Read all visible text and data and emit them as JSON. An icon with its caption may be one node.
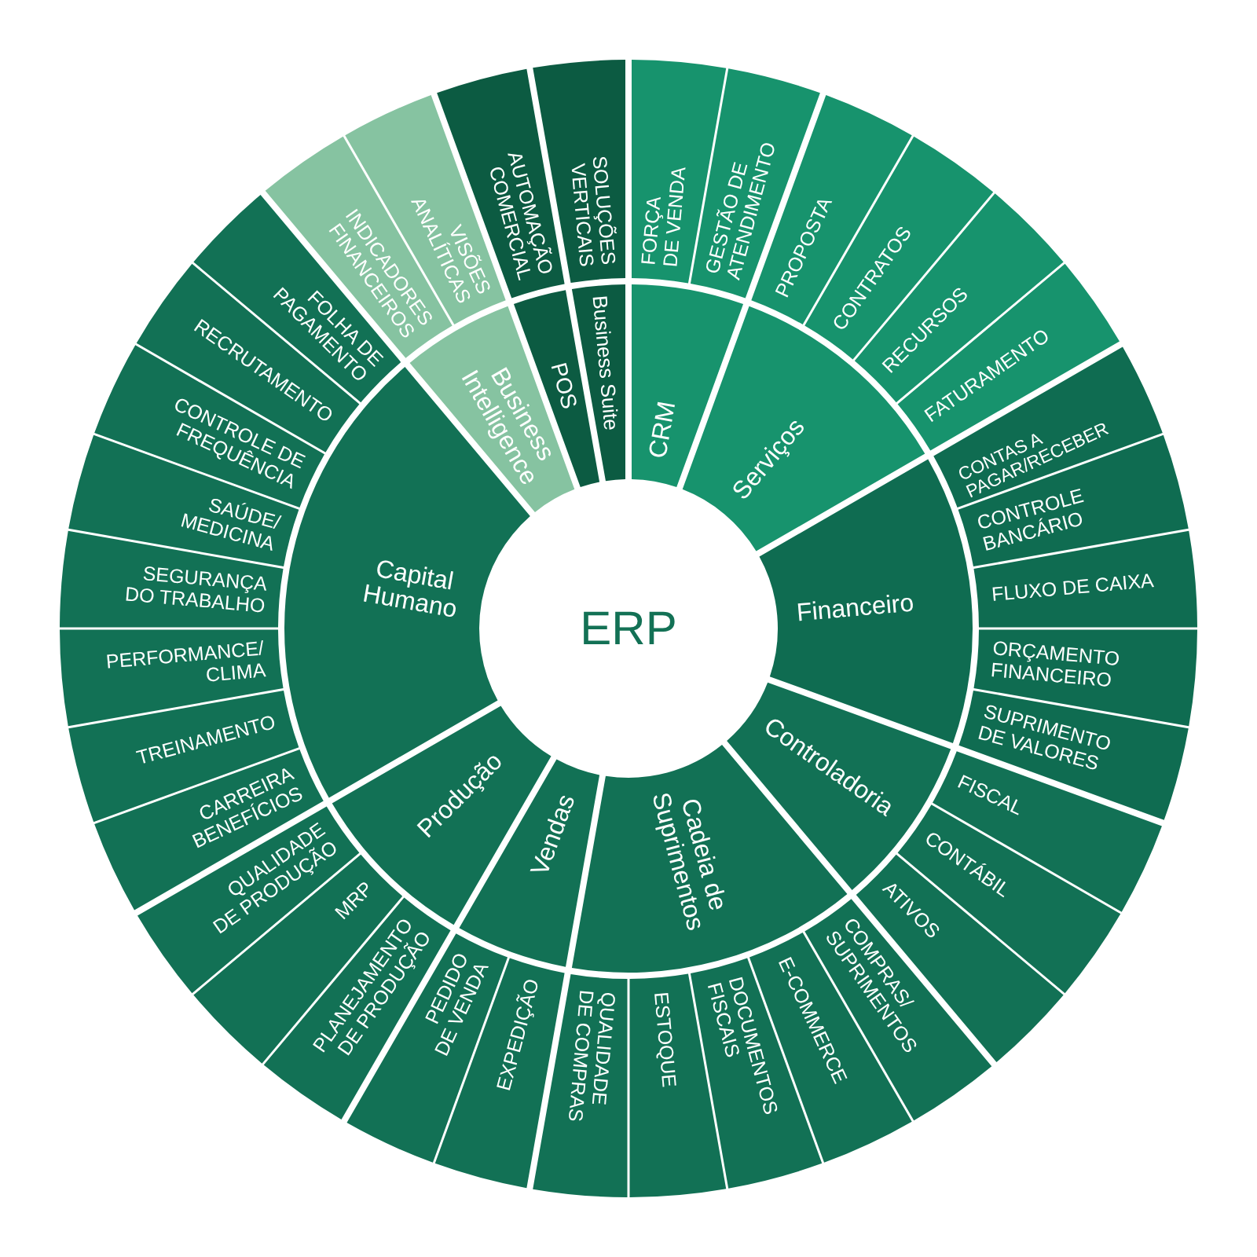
{
  "diagram": {
    "nodes": [
      {
        "text": [
          "ERP"
        ]
      },
      {
        "text": [
          "CRM"
        ]
      },
      {
        "text": [
          "FORÇA DE VENDA"
        ]
      },
      {
        "text": [
          "GESTÃO DE ATENDIMENTO"
        ]
      },
      {
        "text": [
          "Serviços"
        ]
      },
      {
        "text": [
          "PROPOSTA"
        ]
      },
      {
        "text": [
          "CONTRATOS"
        ]
      },
      {
        "text": [
          "RECURSOS"
        ]
      },
      {
        "text": [
          "FATURAMENTO"
        ]
      },
      {
        "text": [
          "Financeiro"
        ]
      },
      {
        "text": [
          "CONTAS A PAGAR/RECEBER"
        ]
      },
      {
        "text": [
          "CONTROLE BANCÁRIO"
        ]
      },
      {
        "text": [
          "FLUXO DE CAIXA"
        ]
      },
      {
        "text": [
          "ORÇAMENTO FINANCEIRO"
        ]
      },
      {
        "text": [
          "SUPRIMENTO DE VALORES"
        ]
      },
      {
        "text": [
          "Controladoria"
        ]
      },
      {
        "text": [
          "FISCAL"
        ]
      },
      {
        "text": [
          "CONTÁBIL"
        ]
      },
      {
        "text": [
          "ATIVOS"
        ]
      },
      {
        "text": [
          "Cadeia de Suprimentos"
        ]
      },
      {
        "text": [
          "COMPRAS/ SUPRIMENTOS"
        ]
      },
      {
        "text": [
          "E-COMMERCE"
        ]
      },
      {
        "text": [
          "DOCUMENTOS FISCAIS"
        ]
      },
      {
        "text": [
          "ESTOQUE"
        ]
      },
      {
        "text": [
          "QUALIDADE DE COMPRAS"
        ]
      },
      {
        "text": [
          "Vendas"
        ]
      },
      {
        "text": [
          "EXPEDIÇÃO"
        ]
      },
      {
        "text": [
          "PEDIDO DE VENDA"
        ]
      },
      {
        "text": [
          "Produção"
        ]
      },
      {
        "text": [
          "PLANEJAMENTO DE PRODUÇÃO"
        ]
      },
      {
        "text": [
          "MRP"
        ]
      },
      {
        "text": [
          "QUALIDADE DE PRODUÇÃO"
        ]
      },
      {
        "text": [
          "Capital Humano"
        ]
      },
      {
        "text": [
          "CARREIRA BENEFÍCIOS"
        ]
      },
      {
        "text": [
          "TREINAMENTO"
        ]
      },
      {
        "text": [
          "PERFORMANCE/ CLIMA"
        ]
      },
      {
        "text": [
          "SEGURANÇA DO TRABALHO"
        ]
      },
      {
        "text": [
          "SAÚDE/ MEDICINA"
        ]
      },
      {
        "text": [
          "CONTROLE DE FREQUÊNCIA"
        ]
      },
      {
        "text": [
          "RECRUTAMENTO"
        ]
      },
      {
        "text": [
          "FOLHA DE PAGAMENTO"
        ]
      },
      {
        "text": [
          "Business Intelligence"
        ]
      },
      {
        "text": [
          "INDICADORES FINANCEIROS"
        ]
      },
      {
        "text": [
          "VISÕES ANALÍTICAS"
        ]
      },
      {
        "text": [
          "POS"
        ]
      },
      {
        "text": [
          "AUTOMAÇÃO COMERCIAL"
        ]
      },
      {
        "text": [
          "Business Suite"
        ]
      },
      {
        "text": [
          "SOLUÇÕES VERTICAIS"
        ]
      }
    ]
  }
}
